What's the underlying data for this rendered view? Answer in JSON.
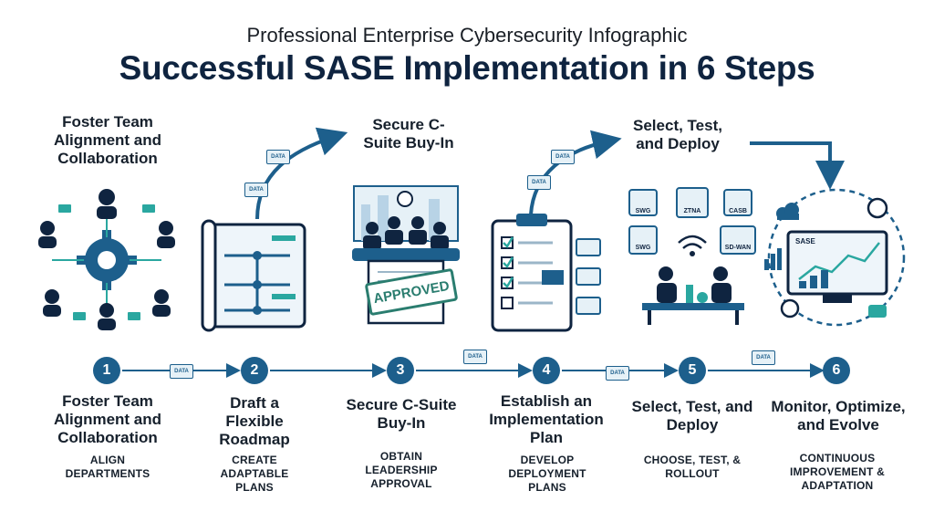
{
  "header": {
    "subtitle": "Professional Enterprise Cybersecurity Infographic",
    "title": "Successful SASE Implementation in 6 Steps"
  },
  "top_labels": {
    "step1": "Foster Team Alignment and Collaboration",
    "step3": "Secure C-Suite Buy-In",
    "step5": "Select, Test, and Deploy"
  },
  "steps": [
    {
      "number": "1",
      "title": "Foster Team Alignment and Collaboration",
      "desc": "ALIGN DEPARTMENTS"
    },
    {
      "number": "2",
      "title": "Draft a Flexible Roadmap",
      "desc": "CREATE ADAPTABLE PLANS"
    },
    {
      "number": "3",
      "title": "Secure C-Suite Buy-In",
      "desc": "OBTAIN LEADERSHIP APPROVAL"
    },
    {
      "number": "4",
      "title": "Establish an Implementation Plan",
      "desc": "DEVELOP DEPLOYMENT PLANS"
    },
    {
      "number": "5",
      "title": "Select, Test, and Deploy",
      "desc": "CHOOSE, TEST, & ROLLOUT"
    },
    {
      "number": "6",
      "title": "Monitor, Optimize, and Evolve",
      "desc": "CONTINUOUS IMPROVEMENT & ADAPTATION"
    }
  ],
  "tags": {
    "data": "DATA",
    "approved": "APPROVED",
    "swg": "SWG",
    "ztna": "ZTNA",
    "casb": "CASB",
    "sdwan": "SD-WAN",
    "sase": "SASE"
  },
  "colors": {
    "primary": "#1d5f8c",
    "accent": "#2aa7a0",
    "light": "#e6f1f7",
    "dark": "#0f2440"
  }
}
